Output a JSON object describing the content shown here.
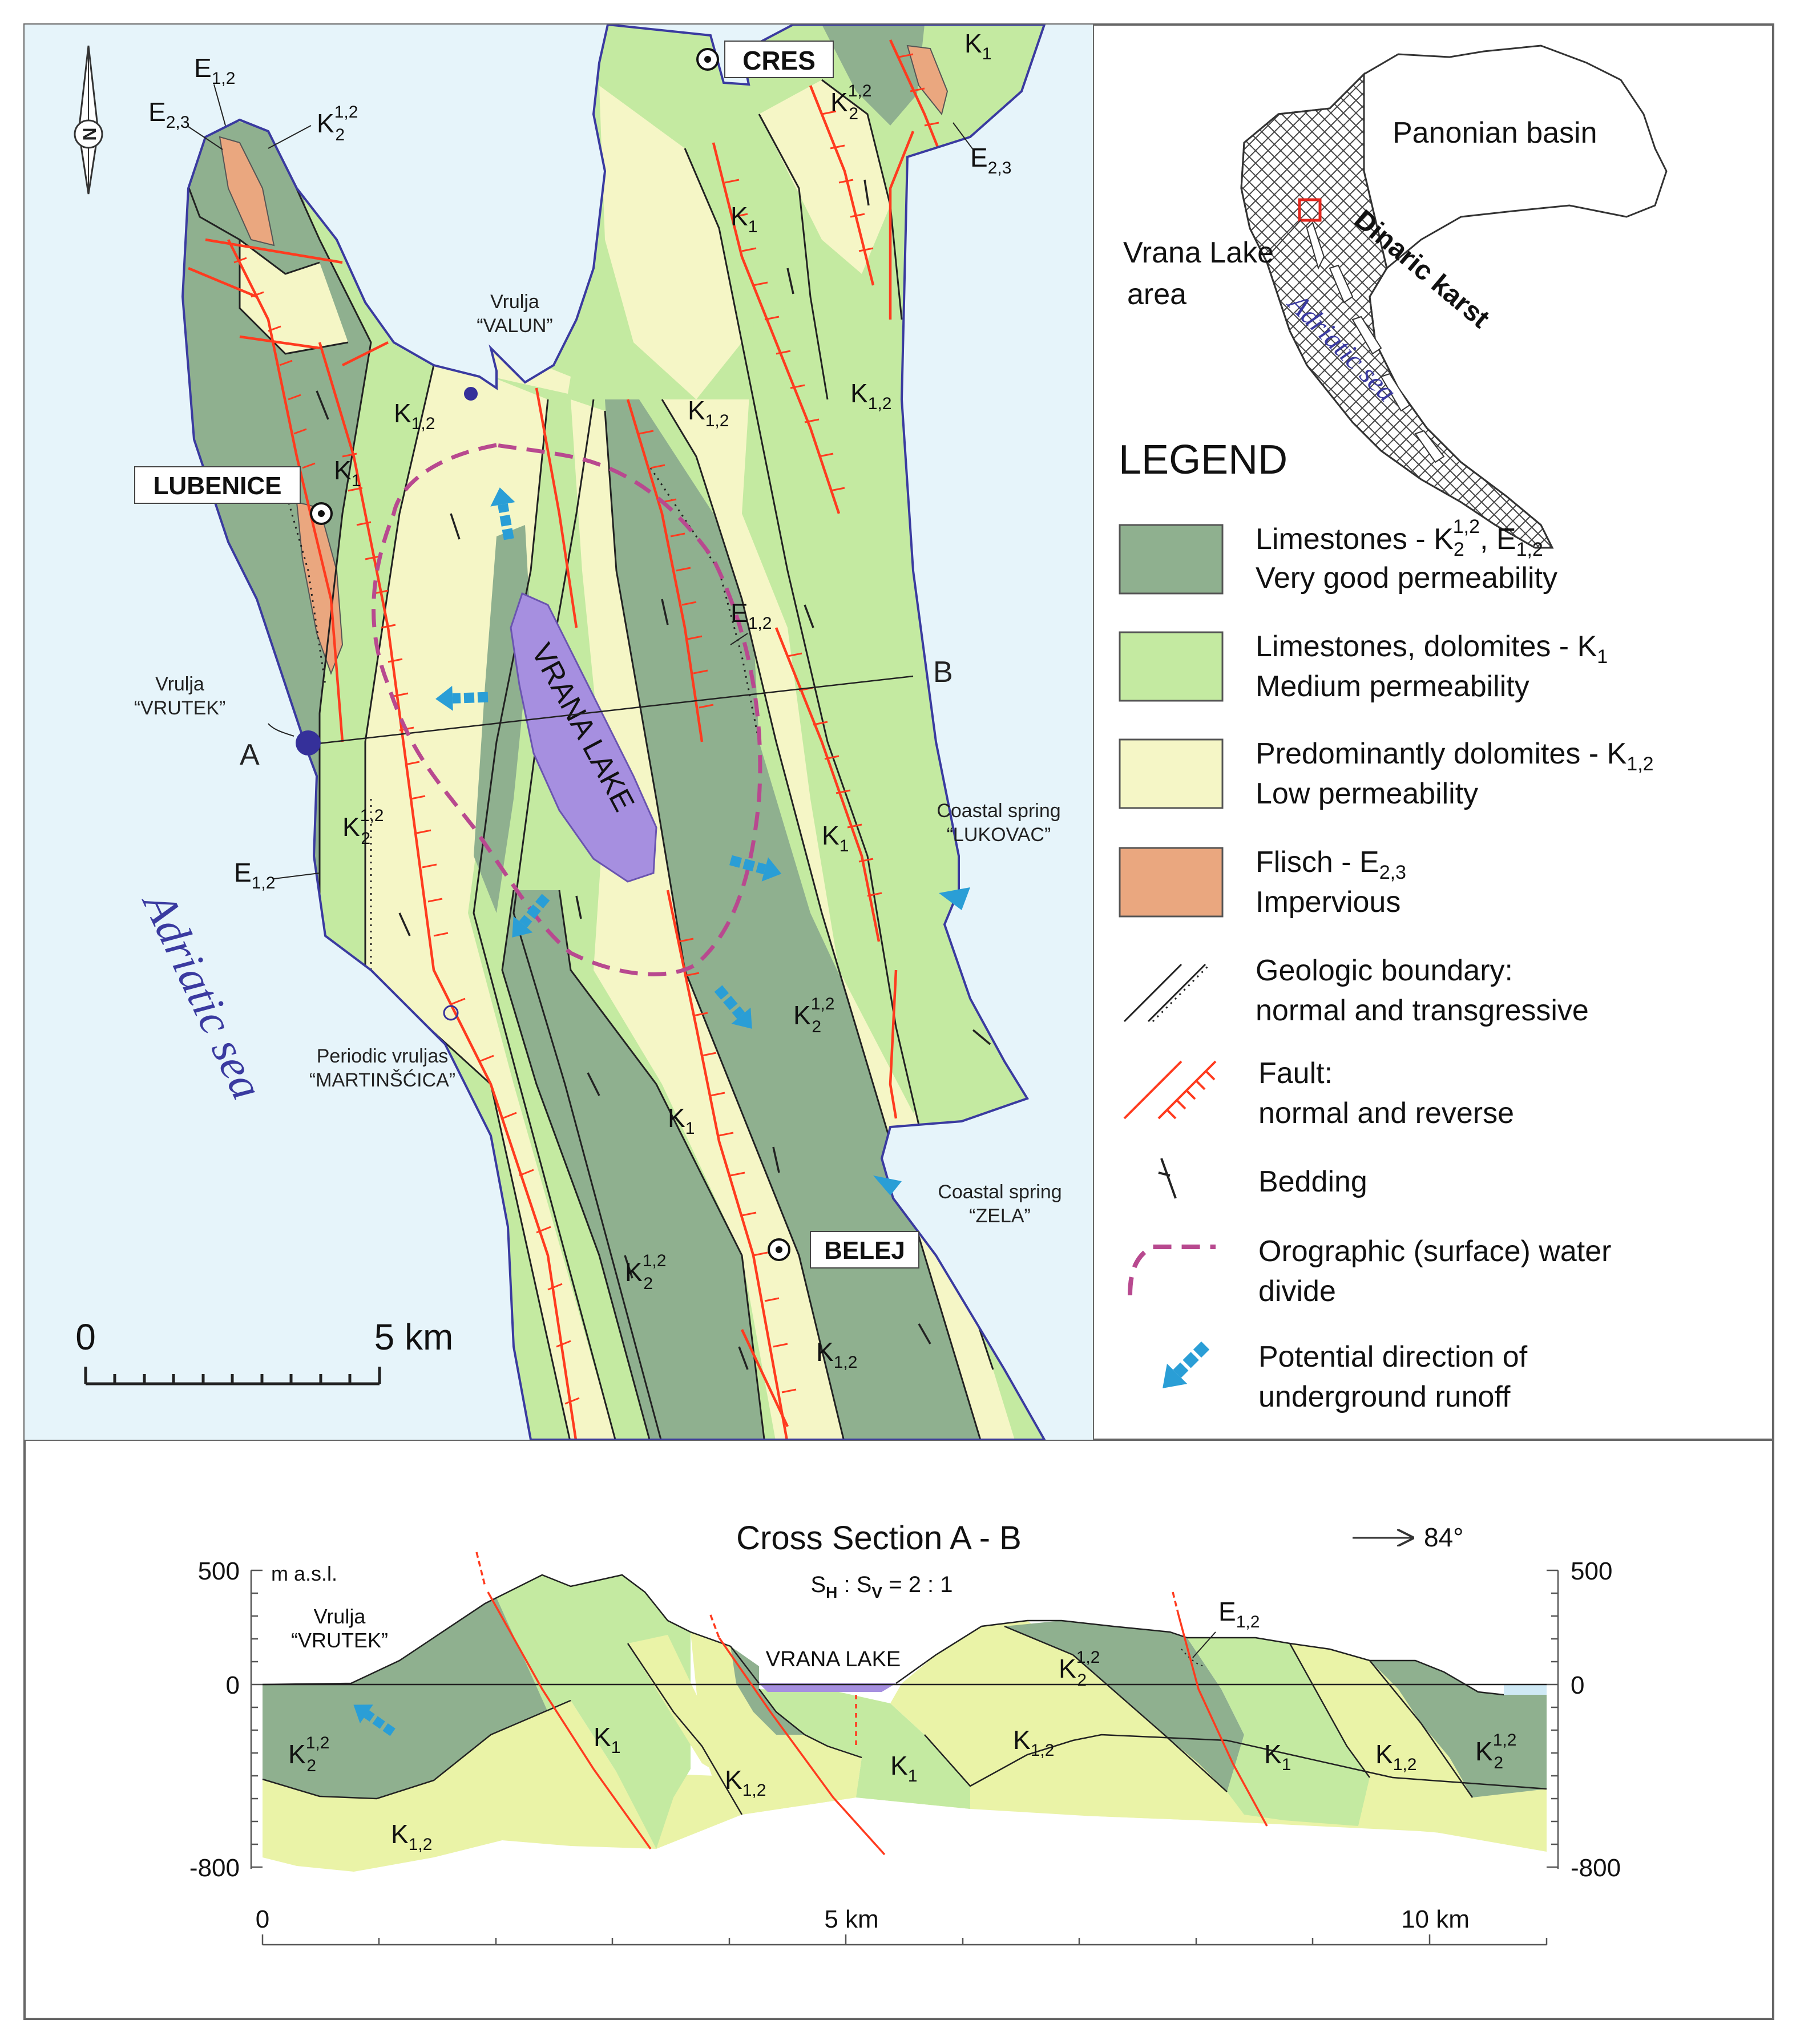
{
  "colors": {
    "sea": "#e6f4fa",
    "dark_green": "#8fb08f",
    "mid_green": "#c4eaa1",
    "pale_yellow": "#f5f6c6",
    "flysch": "#eaa77f",
    "fault": "#ff3b1f",
    "divide": "#b8498f",
    "arrow": "#2a9ed6",
    "coast": "#3a3aa0",
    "lake": "#a68fe0",
    "spring": "#35309a",
    "section_dark": "#8fb08f",
    "section_mid": "#c4eaa1",
    "section_pale": "#eaf3a7"
  },
  "map": {
    "towns": {
      "cres": "CRES",
      "lubenice": "LUBENICE",
      "belej": "BELEJ"
    },
    "lake_label": "VRANA LAKE",
    "sea_label": "Adriatic sea",
    "north_letter": "N",
    "points": {
      "a": "A",
      "b": "B"
    },
    "springs": {
      "valun_1": "Vrulja",
      "valun_2": "“VALUN”",
      "vrutek_1": "Vrulja",
      "vrutek_2": "“VRUTEK”",
      "lukovac_1": "Coastal spring",
      "lukovac_2": "“LUKOVAC”",
      "zela_1": "Coastal spring",
      "zela_2": "“ZELA”",
      "martin_1": "Periodic vruljas",
      "martin_2": "“MARTINŠĆICA”"
    },
    "scale": {
      "zero": "0",
      "five": "5 km"
    },
    "units": {
      "K": "K",
      "E": "E",
      "sub_1": "1",
      "sub_2": "2",
      "sub_12": "1,2",
      "sub_23": "2,3",
      "sup_12": "1,2"
    }
  },
  "inset": {
    "panonian": "Panonian basin",
    "dinaric": "Dinaric karst",
    "area_1": "Vrana Lake",
    "area_2": "area",
    "sea": "Adriatic sea"
  },
  "legend": {
    "title": "LEGEND",
    "items": [
      {
        "line1": "Limestones  -  K",
        "sub1": "2",
        "sup1": "1,2",
        "mid": ",  E",
        "sub2": "1,2",
        "line2": "Very good permeability"
      },
      {
        "line1": "Limestones, dolomites - K",
        "sub1": "1",
        "line2": "Medium permeability"
      },
      {
        "line1": "Predominantly dolomites - K",
        "sub1": "1,2",
        "line2": "Low permeability"
      },
      {
        "line1": "Flisch - E",
        "sub1": "2,3",
        "line2": "Impervious"
      },
      {
        "line1": "Geologic boundary:",
        "line2": "normal and transgressive"
      },
      {
        "line1": "Fault:",
        "line2": "normal and reverse"
      },
      {
        "line1": "Bedding"
      },
      {
        "line1": "Orographic (surface) water",
        "line2": "divide"
      },
      {
        "line1": "Potential direction of",
        "line2": "underground runoff"
      }
    ]
  },
  "section": {
    "title": "Cross Section  A - B",
    "ratio_s": "S",
    "ratio_h": "H",
    "ratio_colon": " : S",
    "ratio_v": "V",
    "ratio_val": " = 2 : 1",
    "orientation": "84°",
    "unit": "m a.s.l.",
    "y_labels_left": [
      "500",
      "0",
      "-800"
    ],
    "y_labels_right": [
      "500",
      "0",
      "-800"
    ],
    "x_labels": [
      "0",
      "5 km",
      "10 km"
    ],
    "lake_label": "VRANA LAKE",
    "vrutek_1": "Vrulja",
    "vrutek_2": "“VRUTEK”"
  }
}
